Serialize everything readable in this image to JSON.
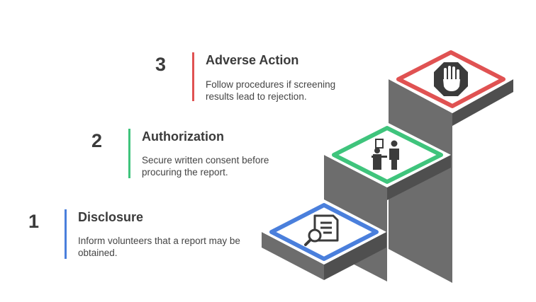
{
  "steps": [
    {
      "number": "1",
      "title": "Disclosure",
      "description": "Inform volunteers that a report may be obtained.",
      "color": "#4a7fdc",
      "icon": "document-search-icon"
    },
    {
      "number": "2",
      "title": "Authorization",
      "description": "Secure written consent before procuring the report.",
      "color": "#3fc47c",
      "icon": "signing-people-icon"
    },
    {
      "number": "3",
      "title": "Adverse Action",
      "description": "Follow procedures if screening results lead to rejection.",
      "color": "#e05252",
      "icon": "stop-hand-icon"
    }
  ]
}
